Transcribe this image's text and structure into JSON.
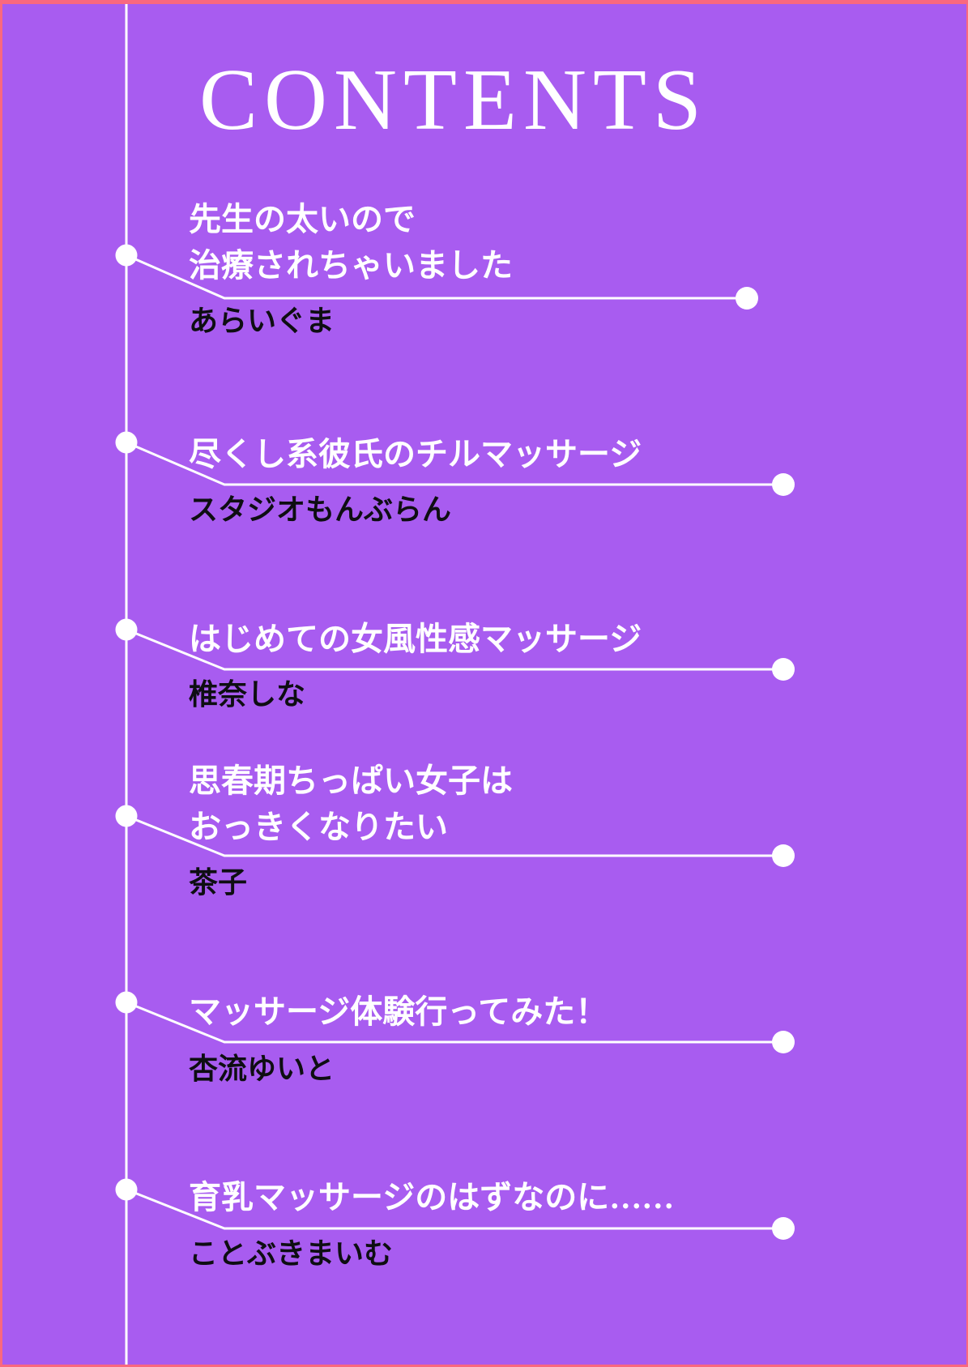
{
  "page": {
    "title": "CONTENTS"
  },
  "toc": {
    "entries": [
      {
        "title_lines": [
          "先生の太いので",
          "治療されちゃいました"
        ],
        "author": "あらいぐま"
      },
      {
        "title_lines": [
          "尽くし系彼氏のチルマッサージ"
        ],
        "author": "スタジオもんぶらん"
      },
      {
        "title_lines": [
          "はじめての女風性感マッサージ"
        ],
        "author": "椎奈しな"
      },
      {
        "title_lines": [
          "思春期ちっぱい女子は",
          "おっきくなりたい"
        ],
        "author": "茶子"
      },
      {
        "title_lines": [
          "マッサージ体験行ってみた！"
        ],
        "author": "杏流ゆいと"
      },
      {
        "title_lines": [
          "育乳マッサージのはずなのに……"
        ],
        "author": "ことぶきまいむ"
      }
    ]
  },
  "colors": {
    "background": "#a85cf0",
    "border": "#f9687f",
    "title_text": "#ffffff",
    "author_text": "#0e0e12",
    "connector": "#ffffff"
  }
}
